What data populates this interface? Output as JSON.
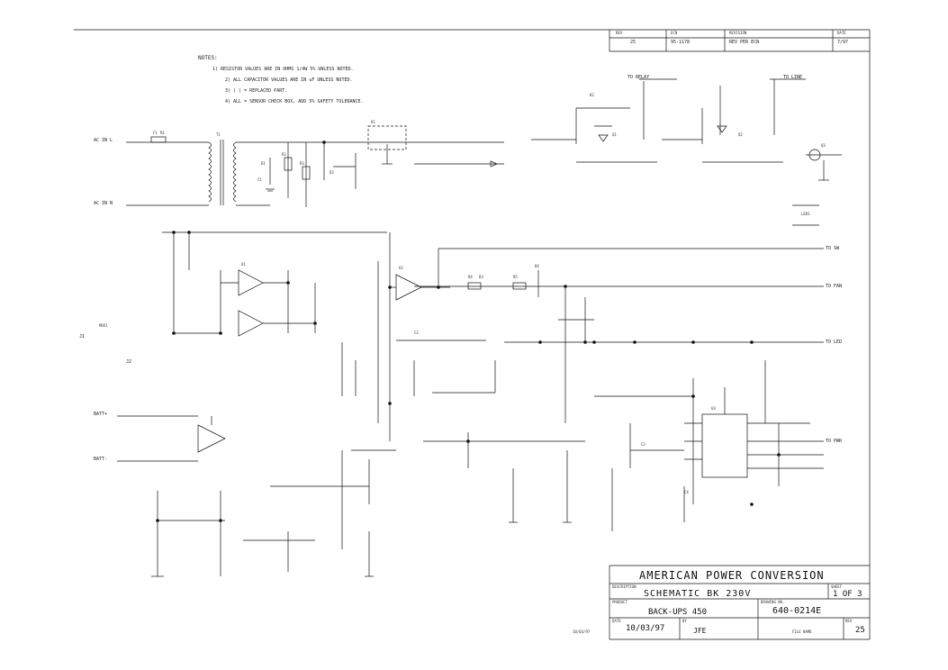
{
  "notes": {
    "heading": "NOTES:",
    "lines": [
      "1) RESISTOR VALUES ARE IN OHMS 1/4W 5% UNLESS NOTED.",
      "2) ALL CAPACITOR VALUES ARE IN uF UNLESS NOTED.",
      "3) ( ) = REPLACED PART.",
      "4) ALL = SENSOR CHECK BOX, ADD 5% SAFETY TOLERANCE."
    ]
  },
  "revision_block": {
    "rev_label": "REV",
    "ecn_label": "ECN",
    "desc_label": "REVISION",
    "date_label": "DATE",
    "rev_value": "25",
    "ecn_value": "95-1178",
    "desc_value": "REV PER ECN",
    "date_value": "7/97"
  },
  "title_block": {
    "company": "AMERICAN POWER CONVERSION",
    "desc_label": "DESCRIPTION",
    "drawing_title": "SCHEMATIC BK 230V",
    "sheet_label": "SHEET",
    "sheet_value": "1 OF 3",
    "product_label": "PRODUCT",
    "product_value": "BACK-UPS 450",
    "dwg_label": "DRAWING NO.",
    "dwg_value": "640-0214E",
    "date_label": "DATE",
    "date_value": "10/03/97",
    "by_label": "BY",
    "by_value": "JFE",
    "rev_label": "REV",
    "rev_value": "25",
    "file_label": "FILE NAME",
    "corner_date": "10/03/97"
  },
  "connectors": [
    "AC IN L",
    "AC IN N",
    "BATT+",
    "BATT-",
    "J1",
    "J2",
    "TO RELAY",
    "TO LINE",
    "TO SW",
    "TO FAN",
    "TO LED",
    "TO PWR"
  ],
  "refdes": [
    "T1",
    "K1",
    "K2",
    "Q1",
    "Q2",
    "Q3",
    "U1",
    "U2",
    "U3",
    "D1",
    "D2",
    "D3",
    "D4",
    "R1",
    "R2",
    "R3",
    "R4",
    "R5",
    "C1",
    "C2",
    "C3",
    "C4",
    "F1",
    "MOV1",
    "LED1"
  ],
  "colors": {
    "ink": "#111111",
    "paper": "#ffffff"
  }
}
